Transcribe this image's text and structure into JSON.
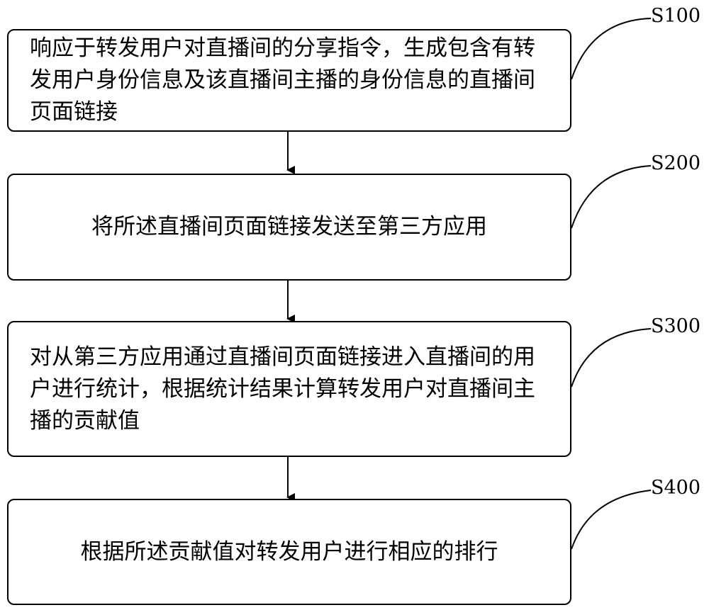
{
  "flowchart": {
    "steps": [
      {
        "label": "S100",
        "text": "响应于转发用户对直播间的分享指令，生成包含有转发用户身份信息及该直播间主播的身份信息的直播间页面链接"
      },
      {
        "label": "S200",
        "text": "将所述直播间页面链接发送至第三方应用"
      },
      {
        "label": "S300",
        "text": "对从第三方应用通过直播间页面链接进入直播间的用户进行统计，根据统计结果计算转发用户对直播间主播的贡献值"
      },
      {
        "label": "S400",
        "text": "根据所述贡献值对转发用户进行相应的排行"
      }
    ]
  }
}
